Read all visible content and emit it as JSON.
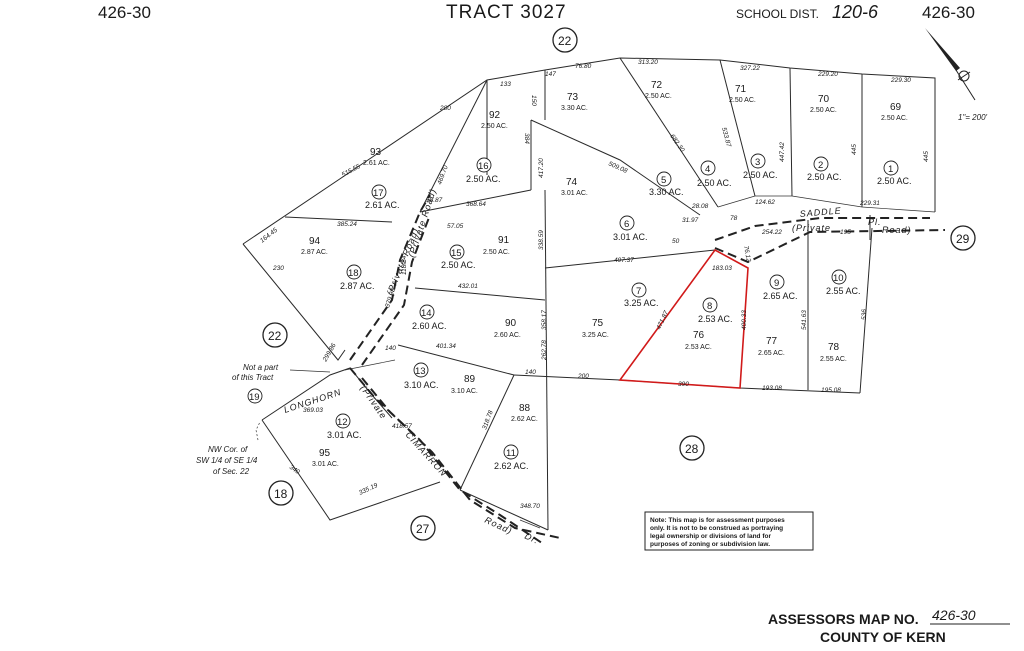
{
  "header": {
    "map_code_left": "426-30",
    "map_code_right": "426-30",
    "tract": "TRACT 3027",
    "school_dist_label": "SCHOOL DIST.",
    "school_dist_value": "120-6"
  },
  "sections": [
    "22",
    "29",
    "22",
    "28",
    "18",
    "27"
  ],
  "parcels": [
    {
      "num": "92",
      "acres": "2.50 AC."
    },
    {
      "num": "73",
      "acres": "3.30 AC."
    },
    {
      "num": "72",
      "acres": "2.50 AC."
    },
    {
      "num": "71",
      "acres": "2.50 AC."
    },
    {
      "num": "70",
      "acres": "2.50 AC."
    },
    {
      "num": "69",
      "acres": "2.50 AC."
    },
    {
      "num": "93",
      "acres": "2.61 AC."
    },
    {
      "num": "74",
      "acres": "3.01 AC."
    },
    {
      "num": "94",
      "acres": "2.87 AC."
    },
    {
      "num": "91",
      "acres": "2.50 AC."
    },
    {
      "num": "90",
      "acres": "2.60 AC."
    },
    {
      "num": "75",
      "acres": "3.25 AC."
    },
    {
      "num": "76",
      "acres": "2.53 AC."
    },
    {
      "num": "77",
      "acres": "2.65 AC."
    },
    {
      "num": "78",
      "acres": "2.55 AC."
    },
    {
      "num": "89",
      "acres": "3.10 AC."
    },
    {
      "num": "88",
      "acres": "2.62 AC."
    },
    {
      "num": "95",
      "acres": "3.01 AC."
    }
  ],
  "lots": [
    {
      "num": "16",
      "acres": "2.50 AC."
    },
    {
      "num": "5",
      "acres": "3.30 AC."
    },
    {
      "num": "4",
      "acres": "2.50 AC."
    },
    {
      "num": "3",
      "acres": "2.50 AC."
    },
    {
      "num": "2",
      "acres": "2.50 AC."
    },
    {
      "num": "1",
      "acres": "2.50 AC."
    },
    {
      "num": "17",
      "acres": "2.61 AC."
    },
    {
      "num": "6",
      "acres": "3.01 AC."
    },
    {
      "num": "15",
      "acres": "2.50 AC."
    },
    {
      "num": "18",
      "acres": "2.87 AC."
    },
    {
      "num": "7",
      "acres": "3.25 AC."
    },
    {
      "num": "8",
      "acres": "2.53 AC."
    },
    {
      "num": "9",
      "acres": "2.65 AC."
    },
    {
      "num": "10",
      "acres": "2.55 AC."
    },
    {
      "num": "14",
      "acres": "2.60 AC."
    },
    {
      "num": "13",
      "acres": "3.10 AC."
    },
    {
      "num": "12",
      "acres": "3.01 AC."
    },
    {
      "num": "11",
      "acres": "2.62 AC."
    },
    {
      "num": "19",
      "acres": ""
    }
  ],
  "dimensions": [
    "133",
    "147",
    "76.80",
    "313.20",
    "327.22",
    "229.20",
    "229.30",
    "280",
    "150",
    "384",
    "515.55",
    "469.70",
    "682.30",
    "533.87",
    "447.42",
    "445",
    "445",
    "509.08",
    "58.87",
    "57.05",
    "368.64",
    "385.24",
    "164.45",
    "230",
    "417.20",
    "338.59",
    "497.37",
    "432.01",
    "401.34",
    "358.17",
    "262.78",
    "200",
    "140",
    "390",
    "193.08",
    "195.08",
    "195",
    "229.31",
    "254.22",
    "124.62",
    "541.63",
    "536",
    "183.03",
    "400.33",
    "471.87",
    "418.57",
    "318.78",
    "340",
    "335.19",
    "348.70",
    "369.03",
    "299.86",
    "379.95",
    "118.84",
    "140",
    "76.12",
    "31.97",
    "28.08",
    "78",
    "50"
  ],
  "roads": [
    "SADDLE",
    "(Private",
    "Pl.",
    "Road)",
    "LONGHORN",
    "CIMARRON",
    "(Private",
    "Road)",
    "Dr.",
    "(Private Road)",
    "(Private Road)"
  ],
  "annotations": {
    "not_part": [
      "Not a part",
      "of this Tract"
    ],
    "nw_cor": [
      "NW Cor. of",
      "SW 1/4 of SE 1/4",
      "of Sec. 22"
    ]
  },
  "scale": "1\"= 200'",
  "note": [
    "Note: This map is for assessment purposes",
    "only. It is not to be construed as portraying",
    "legal ownership or divisions of land for",
    "purposes of zoning or subdivision law."
  ],
  "footer": {
    "line1_label": "ASSESSORS MAP NO.",
    "line1_value": "426-30",
    "line2": "COUNTY OF KERN"
  },
  "colors": {
    "highlight": "#d11a1a",
    "ink": "#1a1a1a"
  }
}
